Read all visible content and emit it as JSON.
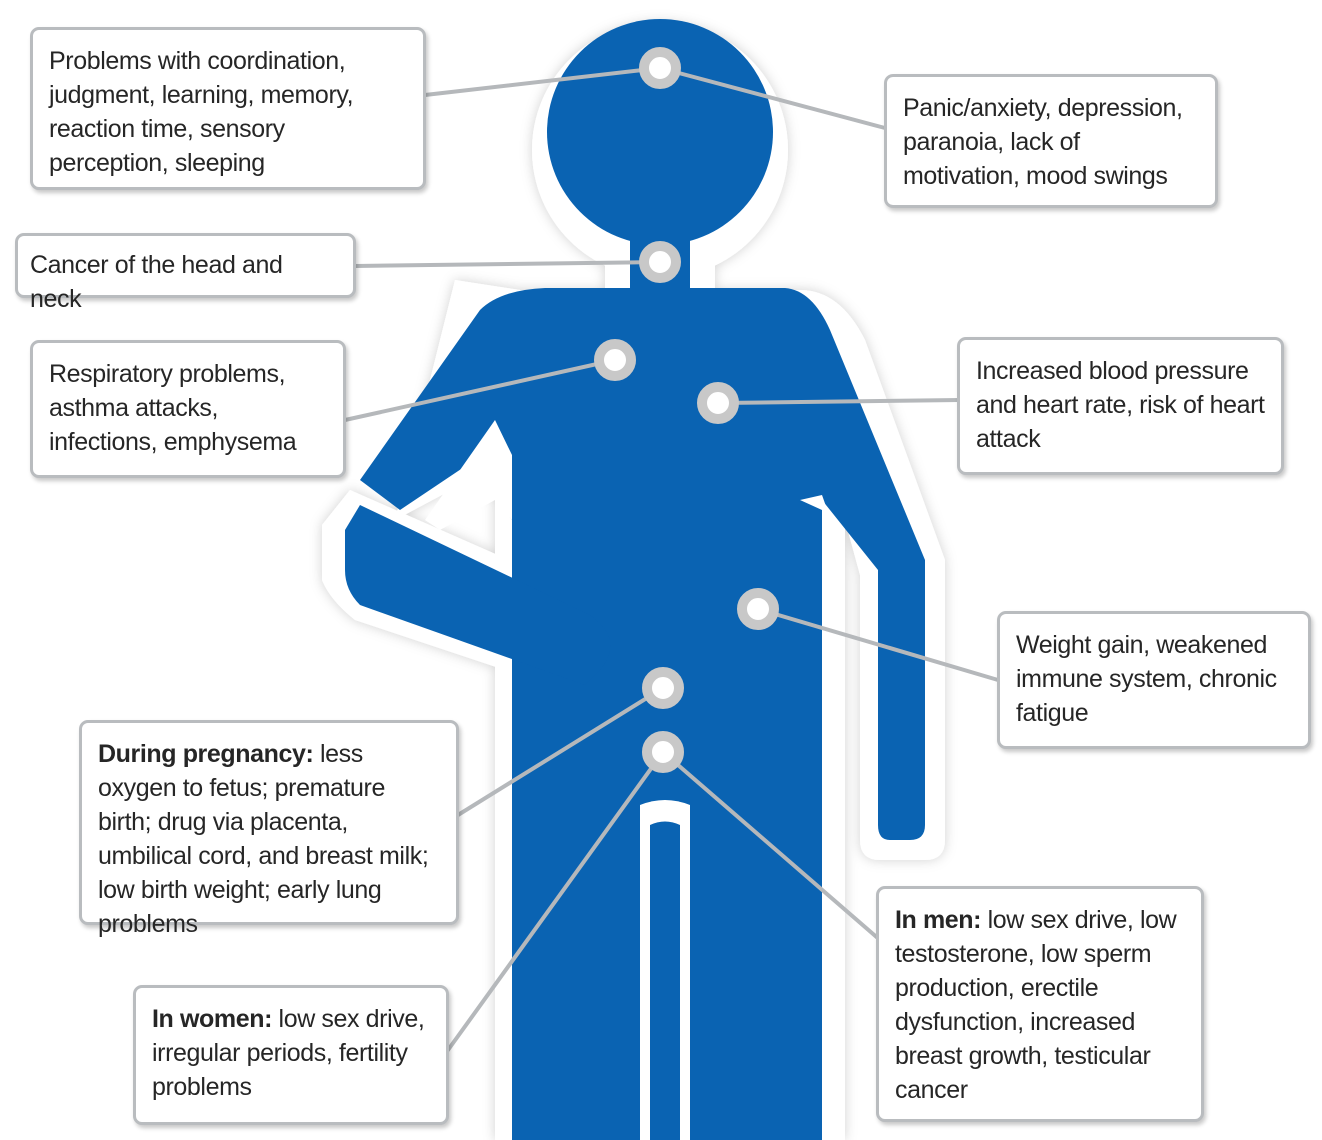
{
  "colors": {
    "figure": "#0a63b2",
    "marker_ring": "#c8c8c8",
    "marker_fill": "#ffffff",
    "connector": "#b5b8bb",
    "box_border": "#b9bcbf"
  },
  "callouts": {
    "brain": {
      "text": "Problems with coordination, judgment, learning, memory, reaction time, sensory perception, sleeping"
    },
    "mood": {
      "text": "Panic/anxiety, depression, paranoia, lack of motivation, mood swings"
    },
    "neck": {
      "text": "Cancer of the head and neck"
    },
    "lungs": {
      "text": "Respiratory problems, asthma attacks, infections, emphysema"
    },
    "heart": {
      "text": "Increased blood pressure and heart rate, risk of heart attack"
    },
    "immune": {
      "text": "Weight gain, weakened immune system, chronic fatigue"
    },
    "pregnancy": {
      "label": "During pregnancy:",
      "text": " less oxygen to fetus; premature birth; drug via placenta, umbilical cord, and breast milk; low birth weight; early lung problems"
    },
    "women": {
      "label": "In women:",
      "text": " low sex drive, irregular periods, fertility problems"
    },
    "men": {
      "label": "In men:",
      "text": " low sex drive, low testosterone, low sperm production, erectile dysfunction, increased breast growth, testicular cancer"
    }
  }
}
